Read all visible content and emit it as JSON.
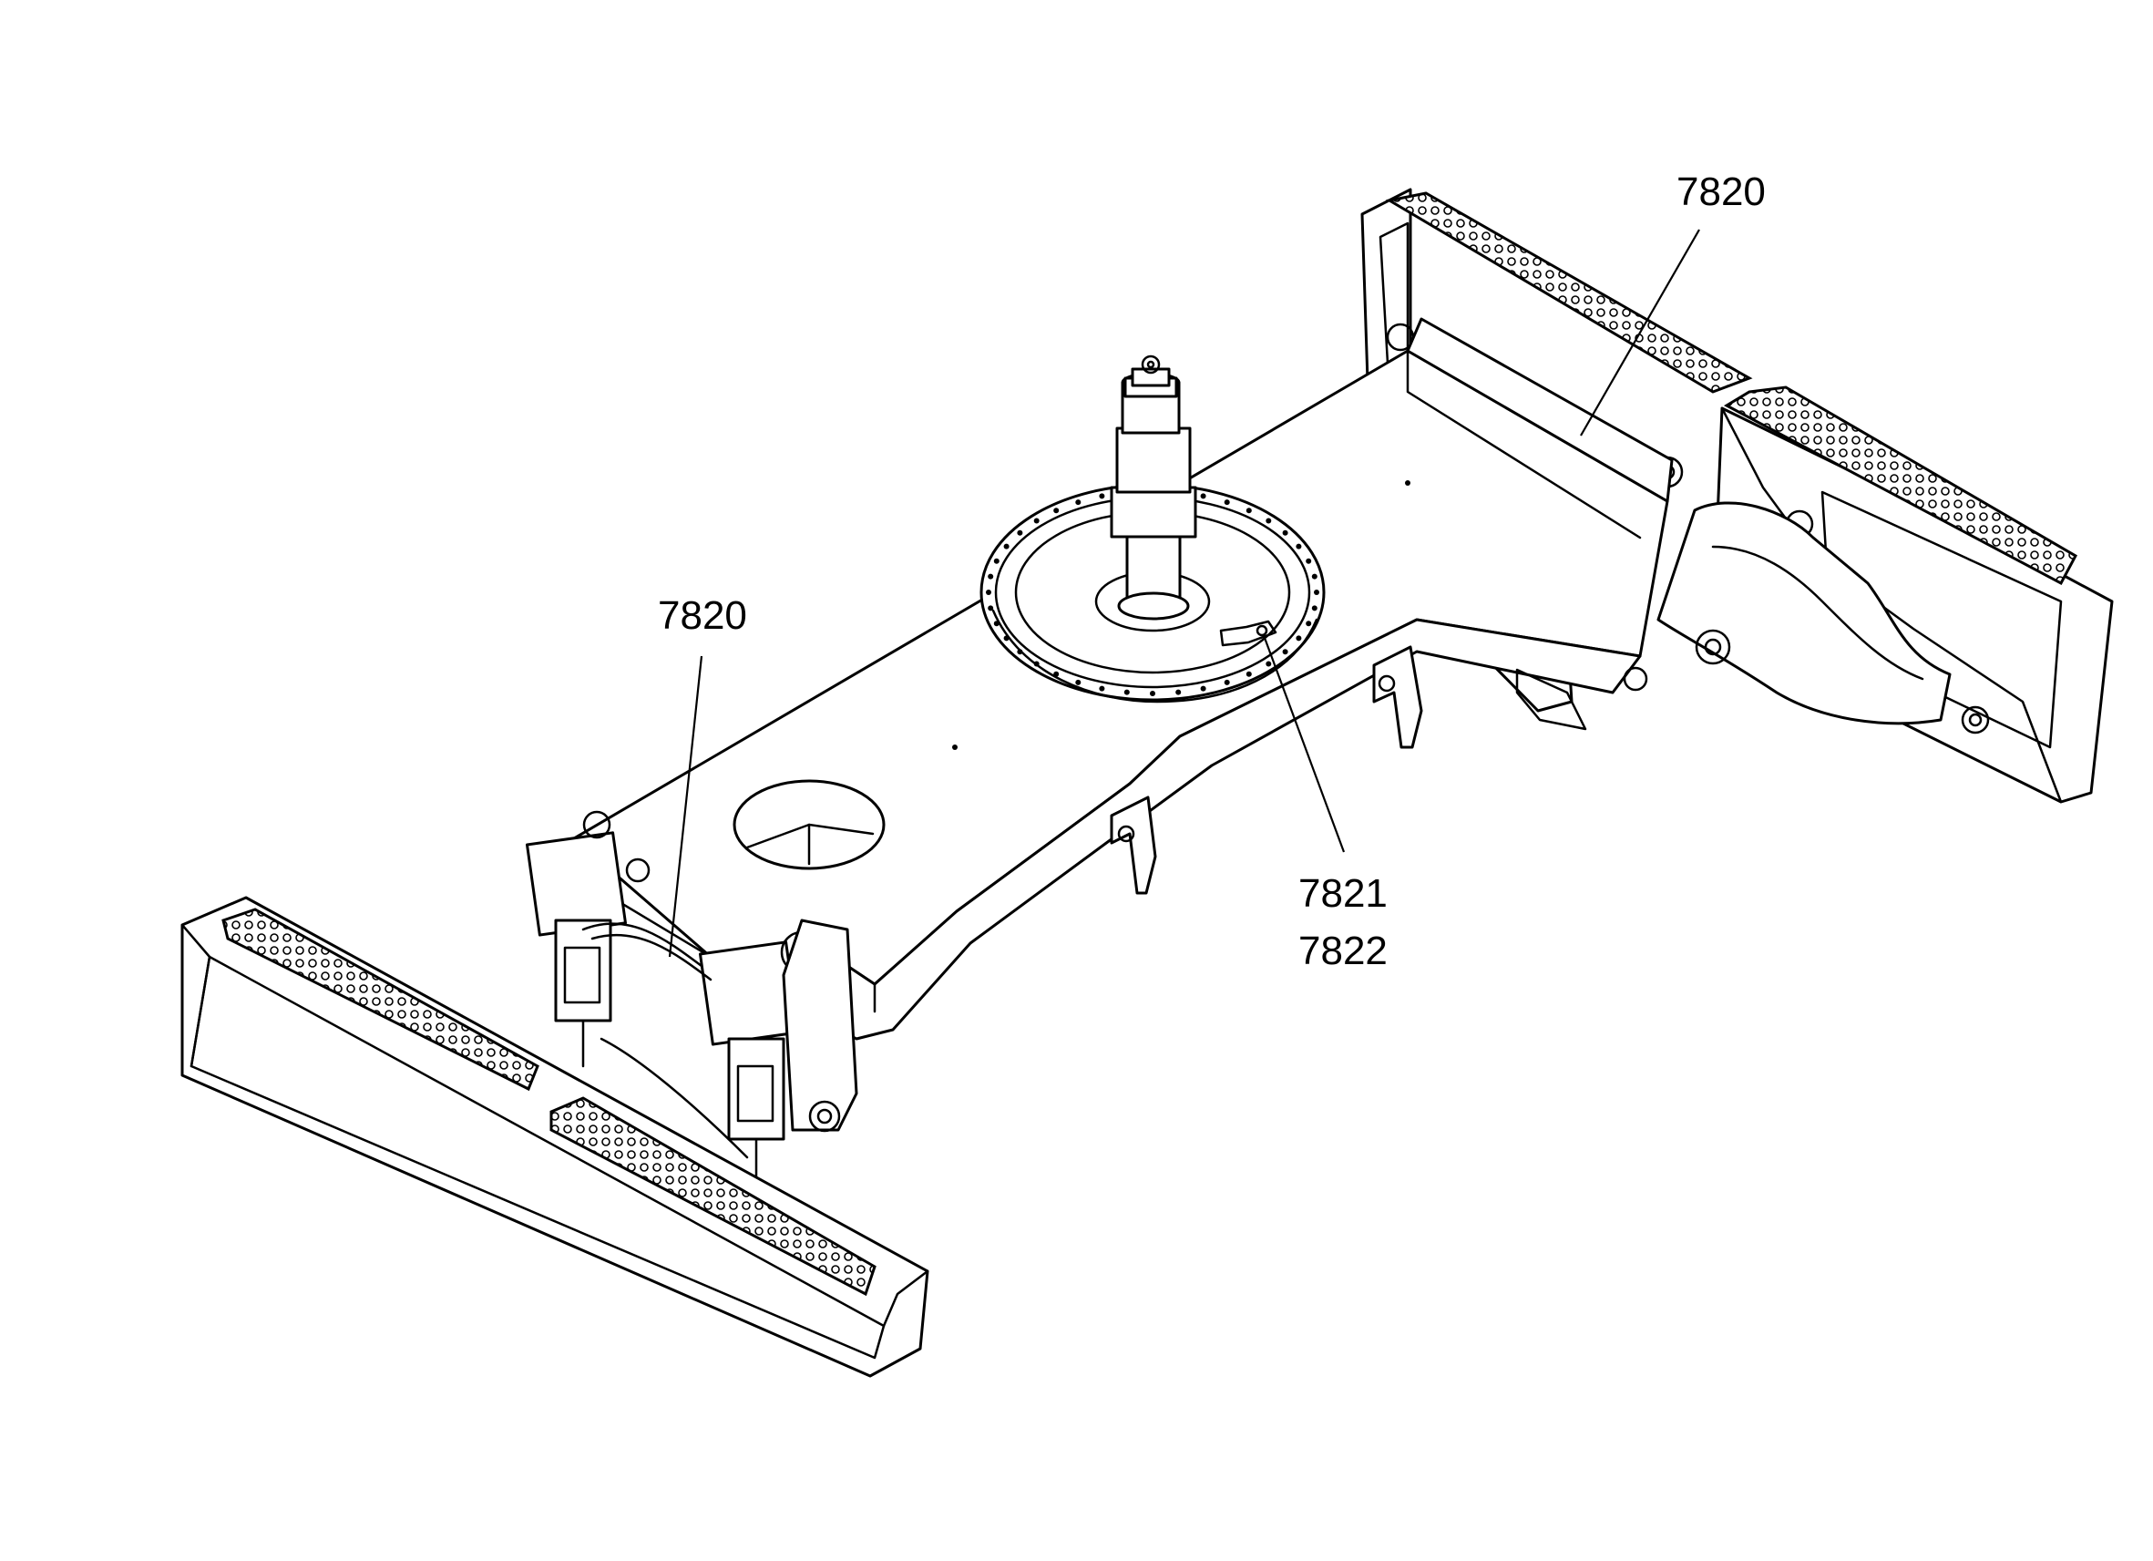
{
  "colors": {
    "line": "#000000",
    "background": "#ffffff"
  },
  "callouts": [
    {
      "id": "7820-rear",
      "text": "7820"
    },
    {
      "id": "7820-front",
      "text": "7820"
    },
    {
      "id": "7821",
      "text": "7821"
    },
    {
      "id": "7822",
      "text": "7822"
    }
  ]
}
